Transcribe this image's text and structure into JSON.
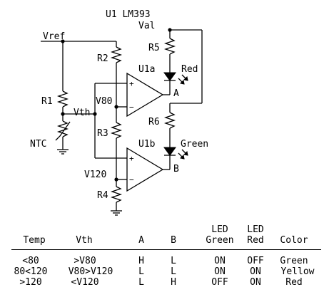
{
  "schematic": {
    "chip_label": "U1 LM393",
    "val_label": "Val",
    "vref_label": "Vref",
    "vth_label": "Vth",
    "v80_label": "V80",
    "v120_label": "V120",
    "ntc_label": "NTC",
    "r1_label": "R1",
    "r2_label": "R2",
    "r3_label": "R3",
    "r4_label": "R4",
    "r5_label": "R5",
    "r6_label": "R6",
    "u1a_label": "U1a",
    "u1b_label": "U1b",
    "red_label": "Red",
    "green_label": "Green",
    "a_label": "A",
    "b_label": "B",
    "plus_sign": "+",
    "minus_sign": "−"
  },
  "table": {
    "headers": {
      "temp": "Temp",
      "vth": "Vth",
      "a": "A",
      "b": "B",
      "led_green_1": "LED",
      "led_green_2": "Green",
      "led_red_1": "LED",
      "led_red_2": "Red",
      "color": "Color"
    },
    "rows": [
      {
        "temp": "<80",
        "vth": ">V80",
        "a": "H",
        "b": "L",
        "green": "ON",
        "red": "OFF",
        "color": "Green"
      },
      {
        "temp": "80<120",
        "vth": "V80>V120",
        "a": "L",
        "b": "L",
        "green": "ON",
        "red": "ON",
        "color": "Yellow"
      },
      {
        "temp": ">120",
        "vth": "<V120",
        "a": "L",
        "b": "H",
        "green": "OFF",
        "red": "ON",
        "color": "Red"
      }
    ]
  }
}
